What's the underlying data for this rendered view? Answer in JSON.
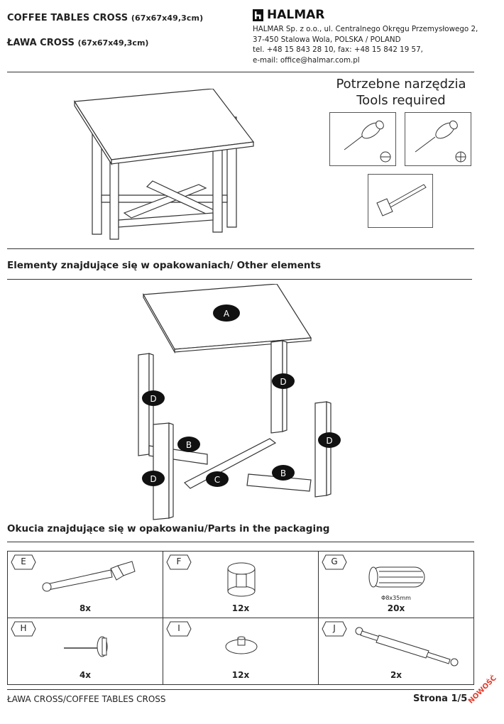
{
  "header": {
    "title_en": "COFFEE TABLES CROSS",
    "title_en_dims": "(67x67x49,3cm)",
    "title_pl": "ŁAWA CROSS",
    "title_pl_dims": "(67x67x49,3cm)",
    "logo_text": "HALMAR",
    "company_lines": [
      "HALMAR Sp. z o.o., ul. Centralnego Okręgu Przemysłowego 2,",
      "37-450 Stalowa Wola, POLSKA / POLAND",
      "tel. +48 15 843 28 10, fax: +48 15 842 19 57,",
      "e-mail: office@halmar.com.pl"
    ]
  },
  "tools": {
    "title_pl": "Potrzebne narzędzia",
    "title_en": "Tools required",
    "items": [
      "flat-screwdriver-icon",
      "phillips-screwdriver-icon",
      "hammer-icon"
    ]
  },
  "elements_section": {
    "title_pl": "Elementy znajdujące się w opakowaniach/",
    "title_en": " Other elements",
    "labels": [
      "A",
      "D",
      "D",
      "B",
      "C",
      "B",
      "D",
      "D"
    ]
  },
  "parts_section": {
    "title_pl": "Okucia znajdujące się w opakowaniu/",
    "title_en": "Parts in the packaging",
    "parts": [
      {
        "letter": "E",
        "qty": "8x",
        "icon": "connector-bolt-icon"
      },
      {
        "letter": "F",
        "qty": "12x",
        "icon": "cam-lock-icon"
      },
      {
        "letter": "G",
        "qty": "20x",
        "icon": "wooden-dowel-icon",
        "note": "Φ8x35mm"
      },
      {
        "letter": "H",
        "qty": "4x",
        "icon": "glide-nail-icon"
      },
      {
        "letter": "I",
        "qty": "12x",
        "icon": "cover-cap-icon"
      },
      {
        "letter": "J",
        "qty": "2x",
        "icon": "long-connector-bolt-icon"
      }
    ]
  },
  "footer": {
    "left": "ŁAWA CROSS/COFFEE TABLES CROSS",
    "page": "Strona 1/5",
    "badge": "NOWOŚĆ"
  }
}
